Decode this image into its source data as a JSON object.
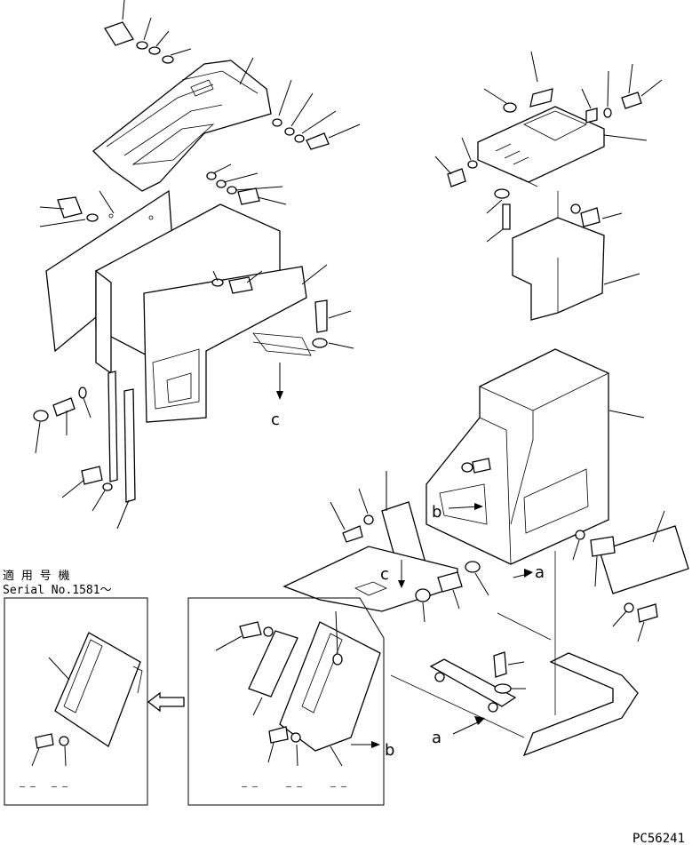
{
  "applicability": {
    "heading": "適 用 号 機",
    "serial": "Serial No.1581〜"
  },
  "callouts": {
    "a_upper": "a",
    "a_lower": "a",
    "b_upper": "b",
    "b_lower": "b",
    "c_upper": "c",
    "c_lower": "c"
  },
  "drawing_number": "PC56241",
  "colors": {
    "line": "#000000",
    "background": "#ffffff"
  }
}
